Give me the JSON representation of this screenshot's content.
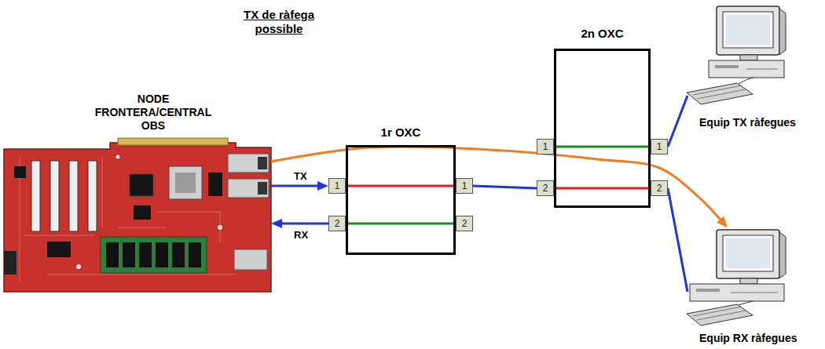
{
  "diagram": {
    "title": "TX de ràfega possible",
    "nodes": [
      {
        "text": [
          "NODE FRONTERA/CENTRAL OBS"
        ]
      },
      {
        "text": [
          "1r OXC"
        ]
      },
      {
        "text": [
          "1"
        ],
        "in": 1
      },
      {
        "text": [
          "2"
        ],
        "in": 1
      },
      {
        "text": [
          "1"
        ],
        "in": 1
      },
      {
        "text": [
          "2"
        ],
        "in": 1
      },
      {
        "text": [
          "2n OXC"
        ]
      },
      {
        "text": [
          "1"
        ],
        "in": 6
      },
      {
        "text": [
          "2"
        ],
        "in": 6
      },
      {
        "text": [
          "1"
        ],
        "in": 6
      },
      {
        "text": [
          "2"
        ],
        "in": 6
      },
      {
        "text": [
          "Equip TX ràfegues"
        ]
      },
      {
        "text": [
          "Equip RX ràfegues"
        ]
      }
    ],
    "edges": [
      {
        "from": 0,
        "to": 2,
        "arrow": "to",
        "label": "TX"
      },
      {
        "from": 3,
        "to": 0,
        "arrow": "to",
        "label": "RX"
      },
      {
        "from": 2,
        "to": 4,
        "arrow": "none"
      },
      {
        "from": 3,
        "to": 5,
        "arrow": "none"
      },
      {
        "from": 4,
        "to": 8,
        "arrow": "none"
      },
      {
        "from": 7,
        "to": 9,
        "arrow": "none"
      },
      {
        "from": 8,
        "to": 10,
        "arrow": "none"
      },
      {
        "from": 9,
        "to": 11,
        "arrow": "none"
      },
      {
        "from": 10,
        "to": 12,
        "arrow": "none"
      },
      {
        "from": 0,
        "to": 12,
        "arrow": "to"
      }
    ]
  }
}
